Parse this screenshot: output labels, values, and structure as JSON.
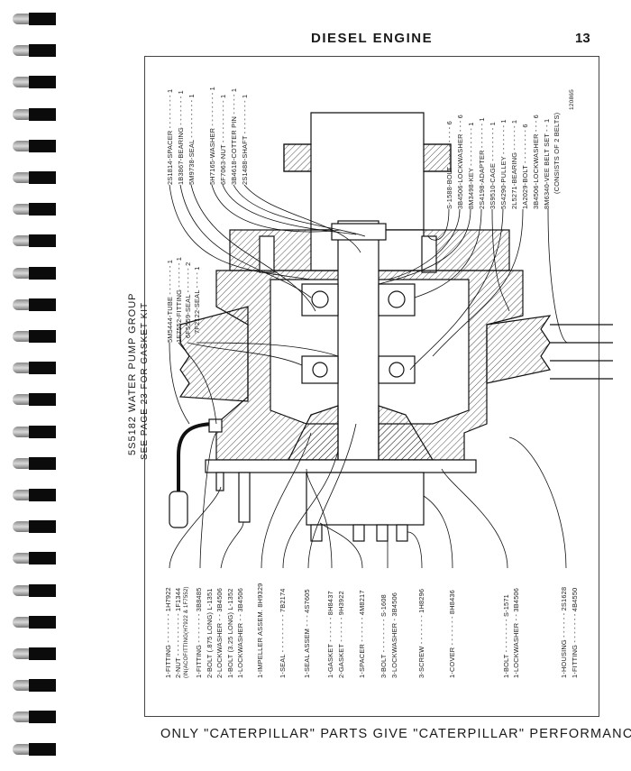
{
  "header": {
    "title": "DIESEL ENGINE",
    "page_number": "13"
  },
  "group": {
    "title": "5S5182 WATER PUMP GROUP",
    "note": "SEE PAGE 23 FOR GASKET KIT"
  },
  "drawing_number": "120865",
  "labels_top_left": [
    "2S1814-SPACER - - - - - - - - 1",
    "1B3867-BEARING - - - - - - - 1",
    "5M9738-SEAL - - - - - - - - - 1",
    "5H7165-WASHER - - - - - - - - 1",
    "6F7063-NUT - - - - - - - - - - 1",
    "3B4618-COTTER PIN - - - - - 1",
    "2S1488-SHAFT - - - - - - - - 1"
  ],
  "labels_top_right": [
    "S-1588-BOLT - - - - - - - - - 6",
    "3B4506-LOCKWASHER - - - 6",
    "8M3498-KEY - - - - - - - - - 1",
    "2S4198-ADAPTER - - - - - - 1",
    "3S9510-CAGE - - - - - - - - 1",
    "5S4290-PULLEY - - - - - - - 1",
    "2L5271-BEARING - - - - - - 1",
    "1A2029-BOLT - - - - - - - - 6",
    "3B4506-LOCKWASHER - - - 6",
    "8M6340-VEE BELT SET - - 1",
    "(CONSISTS OF 2 BELTS)"
  ],
  "labels_mid_left": [
    "5M5444-TUBE - - - - - - - 1",
    "1F7552-FITTING - - - - - - 1",
    "6F5559-SEAL - - - - - - 2",
    "7F2122-SEAL - - - - 1"
  ],
  "labels_bottom": [
    "1-FITTING - - - - - - - 1H7922",
    "2-NUT - - - - - - - - - - 1F1344",
    "(IN(ACOFITTING(H7922 & 1F7552)",
    "1-FITTING - - - - - - - 3B8485",
    "2-BOLT (.875 LONG) L-1351",
    "2-LOCKWASHER - - 3B4506",
    "1-BOLT (3.25 LONG) L-1352",
    "1-LOCKWASHER - - 3B4506",
    "1-IMPELLER ASSEM. 8H9329",
    "1-SEAL - - - - - - - - - 7B2174",
    "1-SEAL ASSEM - - - 4S7605",
    "1-GASKET - - - - - - 8H8437",
    "2-GASKET - - - - - - 9H3922",
    "1-SPACER - - - - - - 4M8217",
    "3-BOLT - - - - - - - - S-1608",
    "3-LOCKWASHER - 3B4506",
    "3-SCREW - - - - - - - 1H8296",
    "1-COVER - - - - - - - 8H8436",
    "1-BOLT - - - - - - - - S-1571",
    "1-LOCKWASHER - - 3B4506",
    "1-HOUSING - - - - - - 2S1628",
    "1-FITTING - - - - - - - 4B4550"
  ],
  "footer": "ONLY \"CATERPILLAR\" PARTS GIVE \"CATERPILLAR\" PERFORMANCE"
}
